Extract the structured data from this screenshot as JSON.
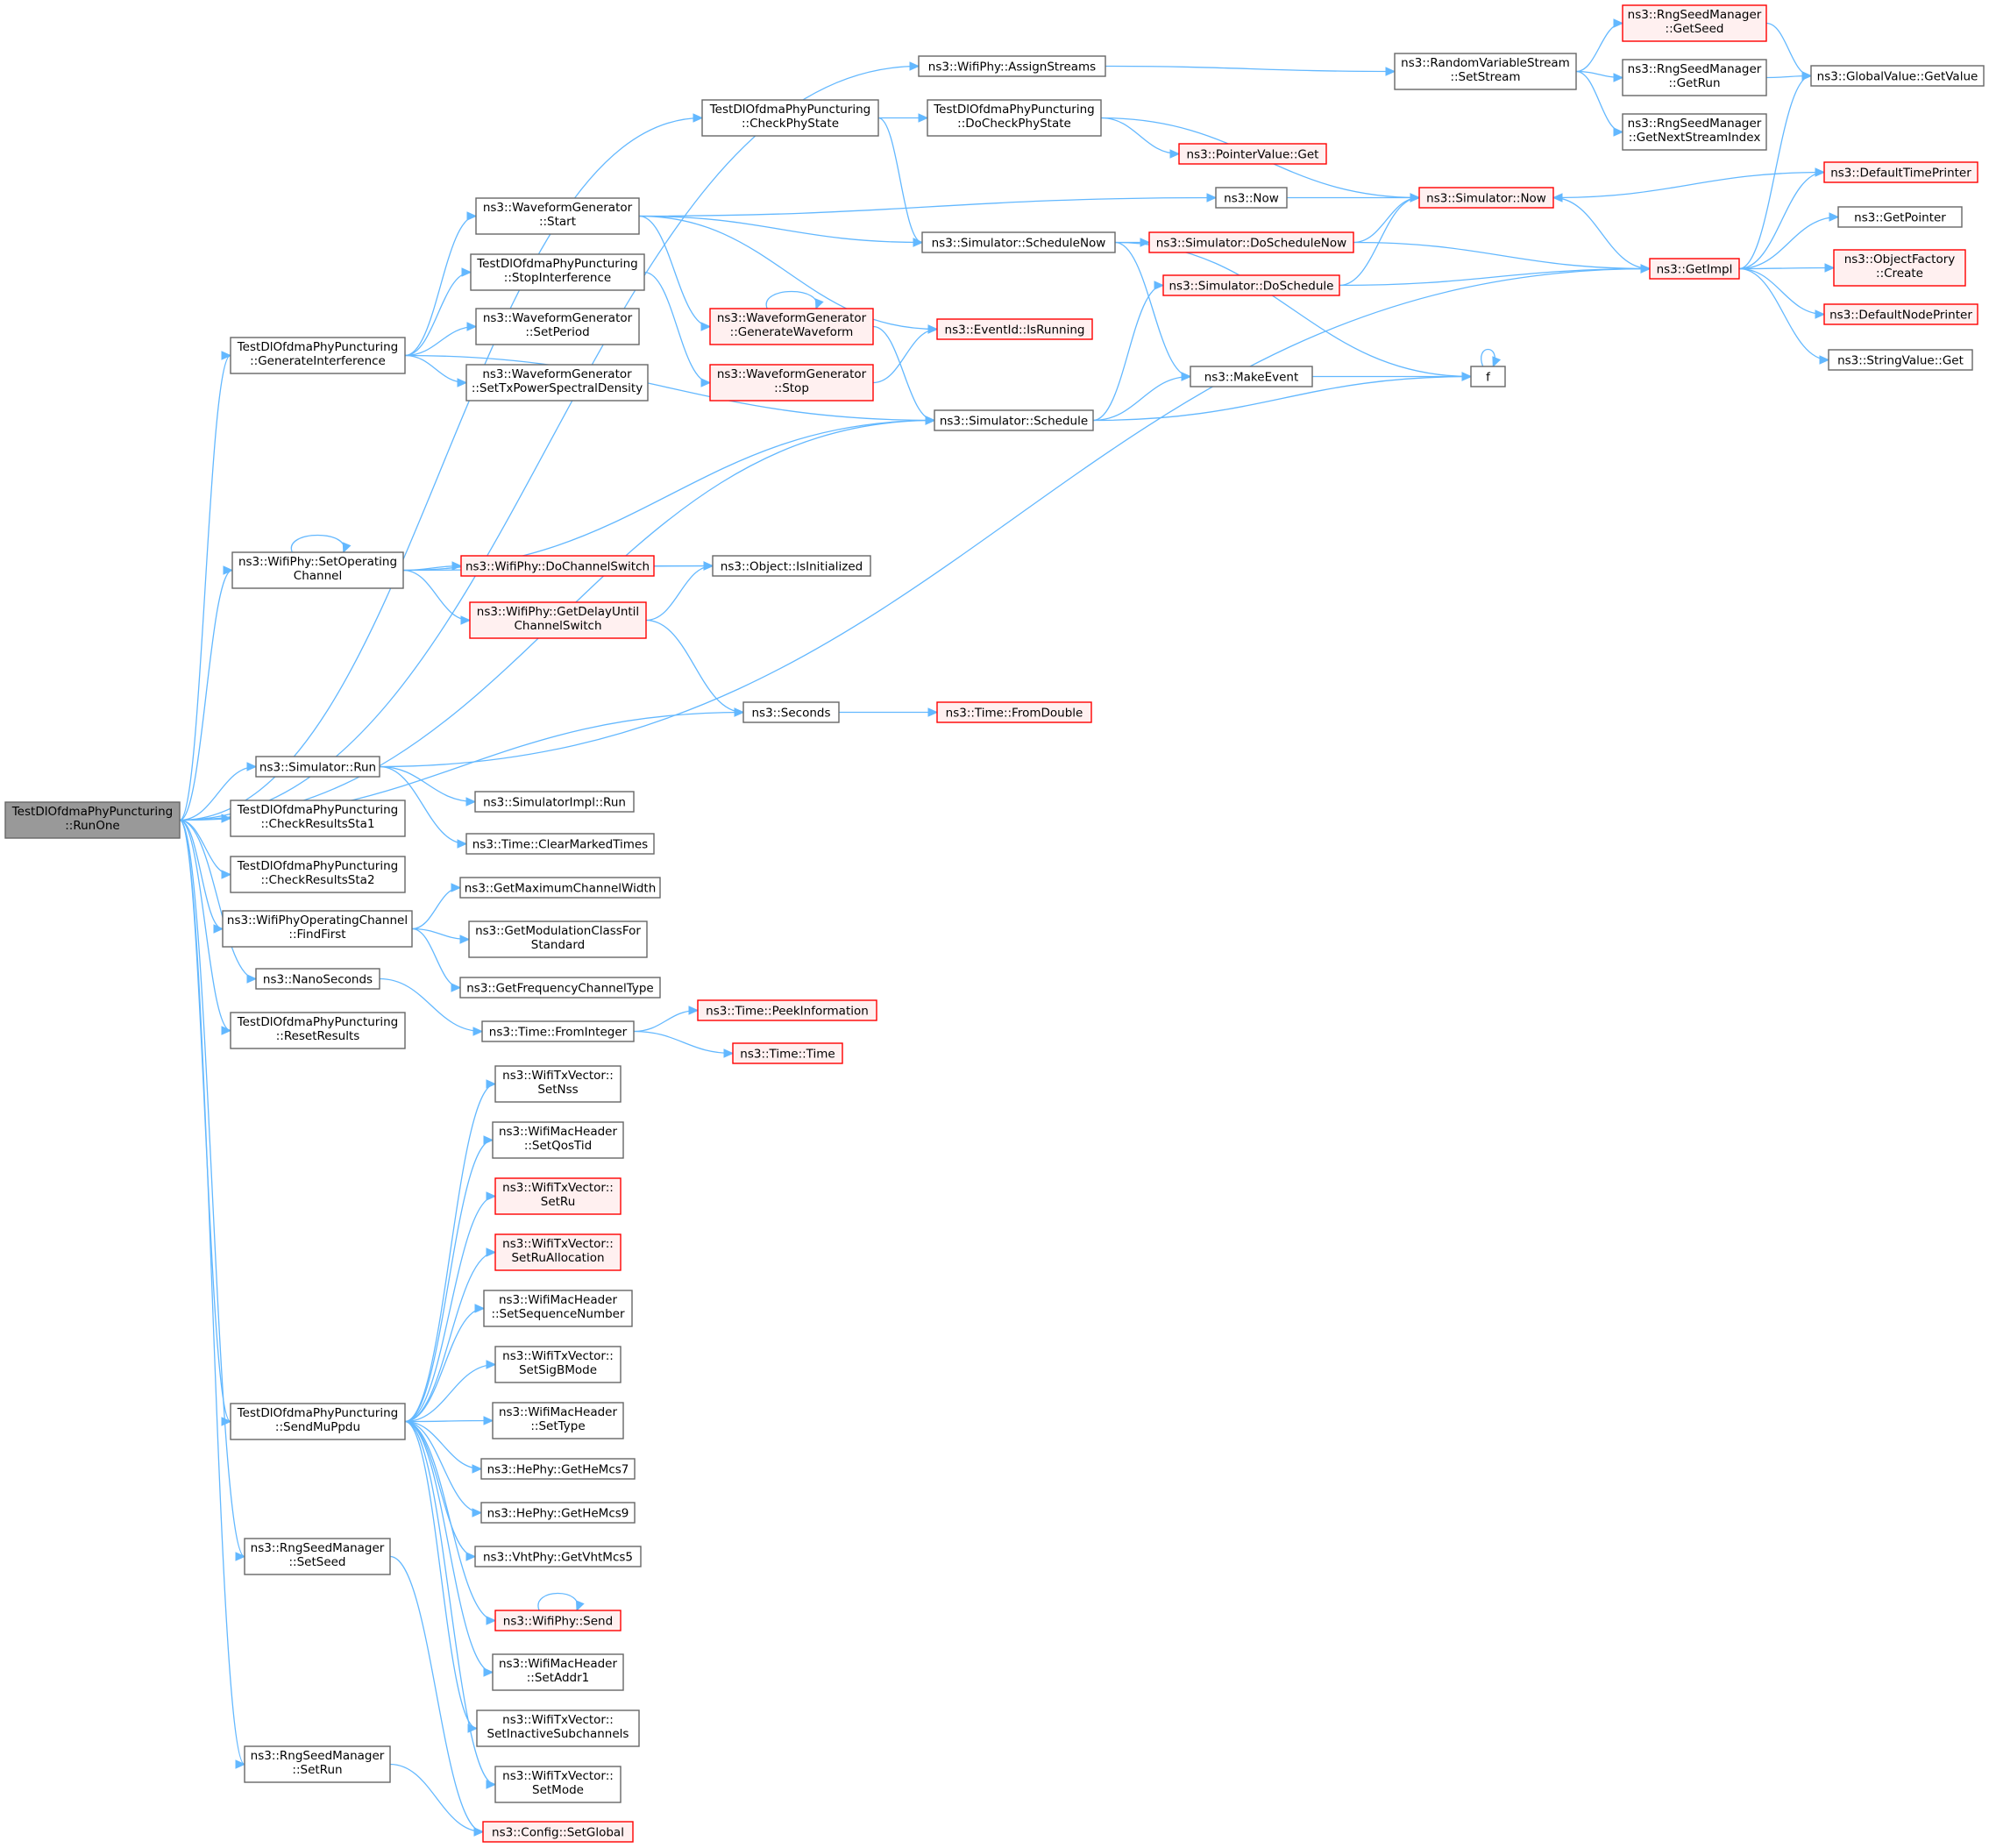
{
  "colors": {
    "edge": "#63b8ff",
    "node_border": "#666666",
    "node_fill": "#ffffff",
    "root_fill": "#999999",
    "root_border": "#666666",
    "truncated_border": "#ff0000",
    "truncated_fill": "#fff0f0"
  },
  "nodes": [
    {
      "id": "runone",
      "lines": [
        "TestDlOfdmaPhyPuncturing",
        "::RunOne"
      ],
      "style": "root"
    },
    {
      "id": "assignstreams",
      "lines": [
        "ns3::WifiPhy::AssignStreams"
      ],
      "style": "normal"
    },
    {
      "id": "checkphystate",
      "lines": [
        "TestDlOfdmaPhyPuncturing",
        "::CheckPhyState"
      ],
      "style": "normal"
    },
    {
      "id": "docheckphystate",
      "lines": [
        "TestDlOfdmaPhyPuncturing",
        "::DoCheckPhyState"
      ],
      "style": "normal"
    },
    {
      "id": "pointervalueget",
      "lines": [
        "ns3::PointerValue::Get"
      ],
      "style": "truncated"
    },
    {
      "id": "setstream",
      "lines": [
        "ns3::RandomVariableStream",
        "::SetStream"
      ],
      "style": "normal"
    },
    {
      "id": "rnggetseed",
      "lines": [
        "ns3::RngSeedManager",
        "::GetSeed"
      ],
      "style": "truncated"
    },
    {
      "id": "rnggetrun",
      "lines": [
        "ns3::RngSeedManager",
        "::GetRun"
      ],
      "style": "normal"
    },
    {
      "id": "rnggetnext",
      "lines": [
        "ns3::RngSeedManager",
        "::GetNextStreamIndex"
      ],
      "style": "normal"
    },
    {
      "id": "globalgetvalue",
      "lines": [
        "ns3::GlobalValue::GetValue"
      ],
      "style": "normal"
    },
    {
      "id": "wgstart",
      "lines": [
        "ns3::WaveformGenerator",
        "::Start"
      ],
      "style": "normal"
    },
    {
      "id": "ns3now",
      "lines": [
        "ns3::Now"
      ],
      "style": "normal"
    },
    {
      "id": "simnow",
      "lines": [
        "ns3::Simulator::Now"
      ],
      "style": "truncated"
    },
    {
      "id": "defaulttimeprinter",
      "lines": [
        "ns3::DefaultTimePrinter"
      ],
      "style": "truncated"
    },
    {
      "id": "getpointer",
      "lines": [
        "ns3::GetPointer"
      ],
      "style": "normal"
    },
    {
      "id": "objectfactorycreate",
      "lines": [
        "ns3::ObjectFactory",
        "::Create"
      ],
      "style": "truncated"
    },
    {
      "id": "defaultnodeprinter",
      "lines": [
        "ns3::DefaultNodePrinter"
      ],
      "style": "truncated"
    },
    {
      "id": "stringvalueget",
      "lines": [
        "ns3::StringValue::Get"
      ],
      "style": "normal"
    },
    {
      "id": "getimpl",
      "lines": [
        "ns3::GetImpl"
      ],
      "style": "truncated"
    },
    {
      "id": "schedulenow",
      "lines": [
        "ns3::Simulator::ScheduleNow"
      ],
      "style": "normal"
    },
    {
      "id": "doschedulenow",
      "lines": [
        "ns3::Simulator::DoScheduleNow"
      ],
      "style": "truncated"
    },
    {
      "id": "doschedule",
      "lines": [
        "ns3::Simulator::DoSchedule"
      ],
      "style": "truncated"
    },
    {
      "id": "stopinterference",
      "lines": [
        "TestDlOfdmaPhyPuncturing",
        "::StopInterference"
      ],
      "style": "normal"
    },
    {
      "id": "generateinterference",
      "lines": [
        "TestDlOfdmaPhyPuncturing",
        "::GenerateInterference"
      ],
      "style": "normal"
    },
    {
      "id": "setperiod",
      "lines": [
        "ns3::WaveformGenerator",
        "::SetPeriod"
      ],
      "style": "normal"
    },
    {
      "id": "settxpsd",
      "lines": [
        "ns3::WaveformGenerator",
        "::SetTxPowerSpectralDensity"
      ],
      "style": "normal"
    },
    {
      "id": "generatewaveform",
      "lines": [
        "ns3::WaveformGenerator",
        "::GenerateWaveform"
      ],
      "style": "truncated"
    },
    {
      "id": "wgstop",
      "lines": [
        "ns3::WaveformGenerator",
        "::Stop"
      ],
      "style": "truncated"
    },
    {
      "id": "isrunning",
      "lines": [
        "ns3::EventId::IsRunning"
      ],
      "style": "truncated"
    },
    {
      "id": "makeevent",
      "lines": [
        "ns3::MakeEvent"
      ],
      "style": "normal"
    },
    {
      "id": "f",
      "lines": [
        "f"
      ],
      "style": "normal"
    },
    {
      "id": "simschedule",
      "lines": [
        "ns3::Simulator::Schedule"
      ],
      "style": "normal"
    },
    {
      "id": "setoperating",
      "lines": [
        "ns3::WifiPhy::SetOperating",
        "Channel"
      ],
      "style": "normal"
    },
    {
      "id": "dochannelswitch",
      "lines": [
        "ns3::WifiPhy::DoChannelSwitch"
      ],
      "style": "truncated"
    },
    {
      "id": "isinitialized",
      "lines": [
        "ns3::Object::IsInitialized"
      ],
      "style": "normal"
    },
    {
      "id": "getdelayuntil",
      "lines": [
        "ns3::WifiPhy::GetDelayUntil",
        "ChannelSwitch"
      ],
      "style": "truncated"
    },
    {
      "id": "seconds",
      "lines": [
        "ns3::Seconds"
      ],
      "style": "normal"
    },
    {
      "id": "fromdouble",
      "lines": [
        "ns3::Time::FromDouble"
      ],
      "style": "truncated"
    },
    {
      "id": "simrun",
      "lines": [
        "ns3::Simulator::Run"
      ],
      "style": "normal"
    },
    {
      "id": "simimplrun",
      "lines": [
        "ns3::SimulatorImpl::Run"
      ],
      "style": "normal"
    },
    {
      "id": "clearmarked",
      "lines": [
        "ns3::Time::ClearMarkedTimes"
      ],
      "style": "normal"
    },
    {
      "id": "checksta1",
      "lines": [
        "TestDlOfdmaPhyPuncturing",
        "::CheckResultsSta1"
      ],
      "style": "normal"
    },
    {
      "id": "checksta2",
      "lines": [
        "TestDlOfdmaPhyPuncturing",
        "::CheckResultsSta2"
      ],
      "style": "normal"
    },
    {
      "id": "findfirst",
      "lines": [
        "ns3::WifiPhyOperatingChannel",
        "::FindFirst"
      ],
      "style": "normal"
    },
    {
      "id": "getmaxchw",
      "lines": [
        "ns3::GetMaximumChannelWidth"
      ],
      "style": "normal"
    },
    {
      "id": "getmodclass",
      "lines": [
        "ns3::GetModulationClassFor",
        "Standard"
      ],
      "style": "normal"
    },
    {
      "id": "getfreqtype",
      "lines": [
        "ns3::GetFrequencyChannelType"
      ],
      "style": "normal"
    },
    {
      "id": "nanoseconds",
      "lines": [
        "ns3::NanoSeconds"
      ],
      "style": "normal"
    },
    {
      "id": "frominteger",
      "lines": [
        "ns3::Time::FromInteger"
      ],
      "style": "normal"
    },
    {
      "id": "peekinfo",
      "lines": [
        "ns3::Time::PeekInformation"
      ],
      "style": "truncated"
    },
    {
      "id": "timetime",
      "lines": [
        "ns3::Time::Time"
      ],
      "style": "truncated"
    },
    {
      "id": "resetresults",
      "lines": [
        "TestDlOfdmaPhyPuncturing",
        "::ResetResults"
      ],
      "style": "normal"
    },
    {
      "id": "sendmuppdu",
      "lines": [
        "TestDlOfdmaPhyPuncturing",
        "::SendMuPpdu"
      ],
      "style": "normal"
    },
    {
      "id": "setnss",
      "lines": [
        "ns3::WifiTxVector::",
        "SetNss"
      ],
      "style": "normal"
    },
    {
      "id": "setqostid",
      "lines": [
        "ns3::WifiMacHeader",
        "::SetQosTid"
      ],
      "style": "normal"
    },
    {
      "id": "setru",
      "lines": [
        "ns3::WifiTxVector::",
        "SetRu"
      ],
      "style": "truncated"
    },
    {
      "id": "setrualloc",
      "lines": [
        "ns3::WifiTxVector::",
        "SetRuAllocation"
      ],
      "style": "truncated"
    },
    {
      "id": "setseqnum",
      "lines": [
        "ns3::WifiMacHeader",
        "::SetSequenceNumber"
      ],
      "style": "normal"
    },
    {
      "id": "setsigbmode",
      "lines": [
        "ns3::WifiTxVector::",
        "SetSigBMode"
      ],
      "style": "normal"
    },
    {
      "id": "settype",
      "lines": [
        "ns3::WifiMacHeader",
        "::SetType"
      ],
      "style": "normal"
    },
    {
      "id": "hemcs7",
      "lines": [
        "ns3::HePhy::GetHeMcs7"
      ],
      "style": "normal"
    },
    {
      "id": "hemcs9",
      "lines": [
        "ns3::HePhy::GetHeMcs9"
      ],
      "style": "normal"
    },
    {
      "id": "vhtmcs5",
      "lines": [
        "ns3::VhtPhy::GetVhtMcs5"
      ],
      "style": "normal"
    },
    {
      "id": "wifiphysend",
      "lines": [
        "ns3::WifiPhy::Send"
      ],
      "style": "truncated"
    },
    {
      "id": "setaddr1",
      "lines": [
        "ns3::WifiMacHeader",
        "::SetAddr1"
      ],
      "style": "normal"
    },
    {
      "id": "setinactive",
      "lines": [
        "ns3::WifiTxVector::",
        "SetInactiveSubchannels"
      ],
      "style": "normal"
    },
    {
      "id": "setmode",
      "lines": [
        "ns3::WifiTxVector::",
        "SetMode"
      ],
      "style": "normal"
    },
    {
      "id": "rngsetseed",
      "lines": [
        "ns3::RngSeedManager",
        "::SetSeed"
      ],
      "style": "normal"
    },
    {
      "id": "rngsetrun",
      "lines": [
        "ns3::RngSeedManager",
        "::SetRun"
      ],
      "style": "normal"
    },
    {
      "id": "setglobal",
      "lines": [
        "ns3::Config::SetGlobal"
      ],
      "style": "truncated"
    }
  ],
  "edges": [
    [
      "runone",
      "assignstreams"
    ],
    [
      "runone",
      "checkphystate"
    ],
    [
      "runone",
      "generateinterference"
    ],
    [
      "runone",
      "setoperating"
    ],
    [
      "runone",
      "simschedule"
    ],
    [
      "runone",
      "seconds"
    ],
    [
      "runone",
      "simrun"
    ],
    [
      "runone",
      "checksta1"
    ],
    [
      "runone",
      "checksta2"
    ],
    [
      "runone",
      "findfirst"
    ],
    [
      "runone",
      "nanoseconds"
    ],
    [
      "runone",
      "resetresults"
    ],
    [
      "runone",
      "sendmuppdu"
    ],
    [
      "runone",
      "rngsetseed"
    ],
    [
      "runone",
      "rngsetrun"
    ],
    [
      "assignstreams",
      "setstream"
    ],
    [
      "setstream",
      "rnggetseed"
    ],
    [
      "setstream",
      "rnggetrun"
    ],
    [
      "setstream",
      "rnggetnext"
    ],
    [
      "rnggetseed",
      "globalgetvalue"
    ],
    [
      "rnggetrun",
      "globalgetvalue"
    ],
    [
      "checkphystate",
      "docheckphystate"
    ],
    [
      "checkphystate",
      "schedulenow"
    ],
    [
      "docheckphystate",
      "simnow"
    ],
    [
      "docheckphystate",
      "pointervalueget"
    ],
    [
      "generateinterference",
      "wgstart"
    ],
    [
      "generateinterference",
      "stopinterference"
    ],
    [
      "generateinterference",
      "setperiod"
    ],
    [
      "generateinterference",
      "settxpsd"
    ],
    [
      "generateinterference",
      "simschedule"
    ],
    [
      "wgstart",
      "ns3now"
    ],
    [
      "wgstart",
      "schedulenow"
    ],
    [
      "wgstart",
      "generatewaveform"
    ],
    [
      "wgstart",
      "isrunning"
    ],
    [
      "stopinterference",
      "wgstop"
    ],
    [
      "generatewaveform",
      "generatewaveform"
    ],
    [
      "generatewaveform",
      "simschedule"
    ],
    [
      "wgstop",
      "isrunning"
    ],
    [
      "ns3now",
      "simnow"
    ],
    [
      "schedulenow",
      "doschedulenow"
    ],
    [
      "schedulenow",
      "makeevent"
    ],
    [
      "schedulenow",
      "f"
    ],
    [
      "doschedulenow",
      "simnow"
    ],
    [
      "doschedulenow",
      "getimpl"
    ],
    [
      "doschedule",
      "simnow"
    ],
    [
      "doschedule",
      "getimpl"
    ],
    [
      "simschedule",
      "doschedule"
    ],
    [
      "simschedule",
      "makeevent"
    ],
    [
      "simschedule",
      "f"
    ],
    [
      "makeevent",
      "f"
    ],
    [
      "f",
      "f"
    ],
    [
      "simnow",
      "getimpl"
    ],
    [
      "defaulttimeprinter",
      "simnow"
    ],
    [
      "getimpl",
      "globalgetvalue"
    ],
    [
      "getimpl",
      "defaulttimeprinter"
    ],
    [
      "getimpl",
      "getpointer"
    ],
    [
      "getimpl",
      "objectfactorycreate"
    ],
    [
      "getimpl",
      "defaultnodeprinter"
    ],
    [
      "getimpl",
      "stringvalueget"
    ],
    [
      "setoperating",
      "setoperating"
    ],
    [
      "setoperating",
      "isinitialized"
    ],
    [
      "setoperating",
      "dochannelswitch"
    ],
    [
      "setoperating",
      "getdelayuntil"
    ],
    [
      "setoperating",
      "simschedule"
    ],
    [
      "dochannelswitch",
      "isinitialized"
    ],
    [
      "getdelayuntil",
      "isinitialized"
    ],
    [
      "getdelayuntil",
      "seconds"
    ],
    [
      "seconds",
      "fromdouble"
    ],
    [
      "simrun",
      "simimplrun"
    ],
    [
      "simrun",
      "clearmarked"
    ],
    [
      "simrun",
      "getimpl"
    ],
    [
      "findfirst",
      "getmaxchw"
    ],
    [
      "findfirst",
      "getmodclass"
    ],
    [
      "findfirst",
      "getfreqtype"
    ],
    [
      "nanoseconds",
      "frominteger"
    ],
    [
      "frominteger",
      "peekinfo"
    ],
    [
      "frominteger",
      "timetime"
    ],
    [
      "sendmuppdu",
      "setnss"
    ],
    [
      "sendmuppdu",
      "setqostid"
    ],
    [
      "sendmuppdu",
      "setru"
    ],
    [
      "sendmuppdu",
      "setrualloc"
    ],
    [
      "sendmuppdu",
      "setseqnum"
    ],
    [
      "sendmuppdu",
      "setsigbmode"
    ],
    [
      "sendmuppdu",
      "settype"
    ],
    [
      "sendmuppdu",
      "hemcs7"
    ],
    [
      "sendmuppdu",
      "hemcs9"
    ],
    [
      "sendmuppdu",
      "vhtmcs5"
    ],
    [
      "sendmuppdu",
      "wifiphysend"
    ],
    [
      "sendmuppdu",
      "setaddr1"
    ],
    [
      "sendmuppdu",
      "setinactive"
    ],
    [
      "sendmuppdu",
      "setmode"
    ],
    [
      "wifiphysend",
      "wifiphysend"
    ],
    [
      "rngsetseed",
      "setglobal"
    ],
    [
      "rngsetrun",
      "setglobal"
    ]
  ]
}
